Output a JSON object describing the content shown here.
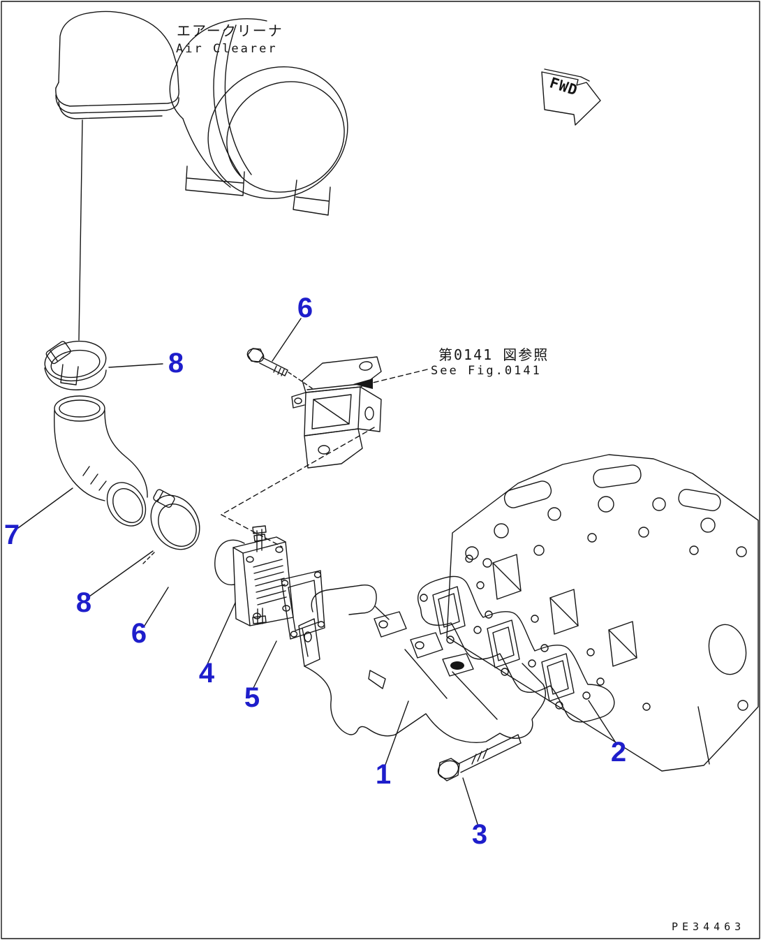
{
  "colors": {
    "background": "#ffffff",
    "line_black": "#161616",
    "callout_blue": "#1e1ecb"
  },
  "labels": {
    "air_cleaner_jp": "エアークリーナ",
    "air_cleaner_en": "Air Clearer",
    "see_figure_jp": "第0141 図参照",
    "see_figure_en": "See Fig.0141",
    "fwd_marker": "FWD",
    "drawing_code": "PE34463"
  },
  "callouts": [
    {
      "part_no": "6"
    },
    {
      "part_no": "8"
    },
    {
      "part_no": "7"
    },
    {
      "part_no": "8"
    },
    {
      "part_no": "6"
    },
    {
      "part_no": "4"
    },
    {
      "part_no": "5"
    },
    {
      "part_no": "1"
    },
    {
      "part_no": "2"
    },
    {
      "part_no": "3"
    }
  ]
}
